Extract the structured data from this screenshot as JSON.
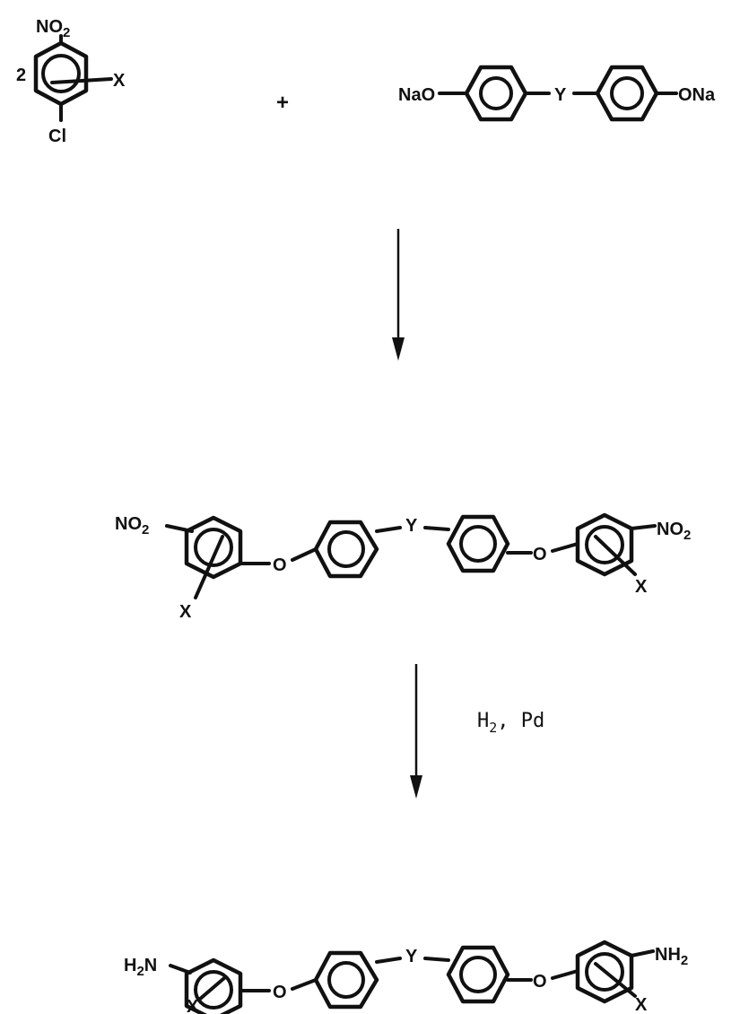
{
  "labels": {
    "no2": "NO",
    "sub2": "2",
    "x": "X",
    "cl": "Cl",
    "coef": "2",
    "plus": "+",
    "nao": "NaO",
    "ona": "ONa",
    "y": "Y",
    "o": "O",
    "h2n_h": "H",
    "h2n_n": "N",
    "nh2": "NH"
  },
  "condition": {
    "h": "H",
    "sub": "2",
    "rest": ", Pd"
  }
}
